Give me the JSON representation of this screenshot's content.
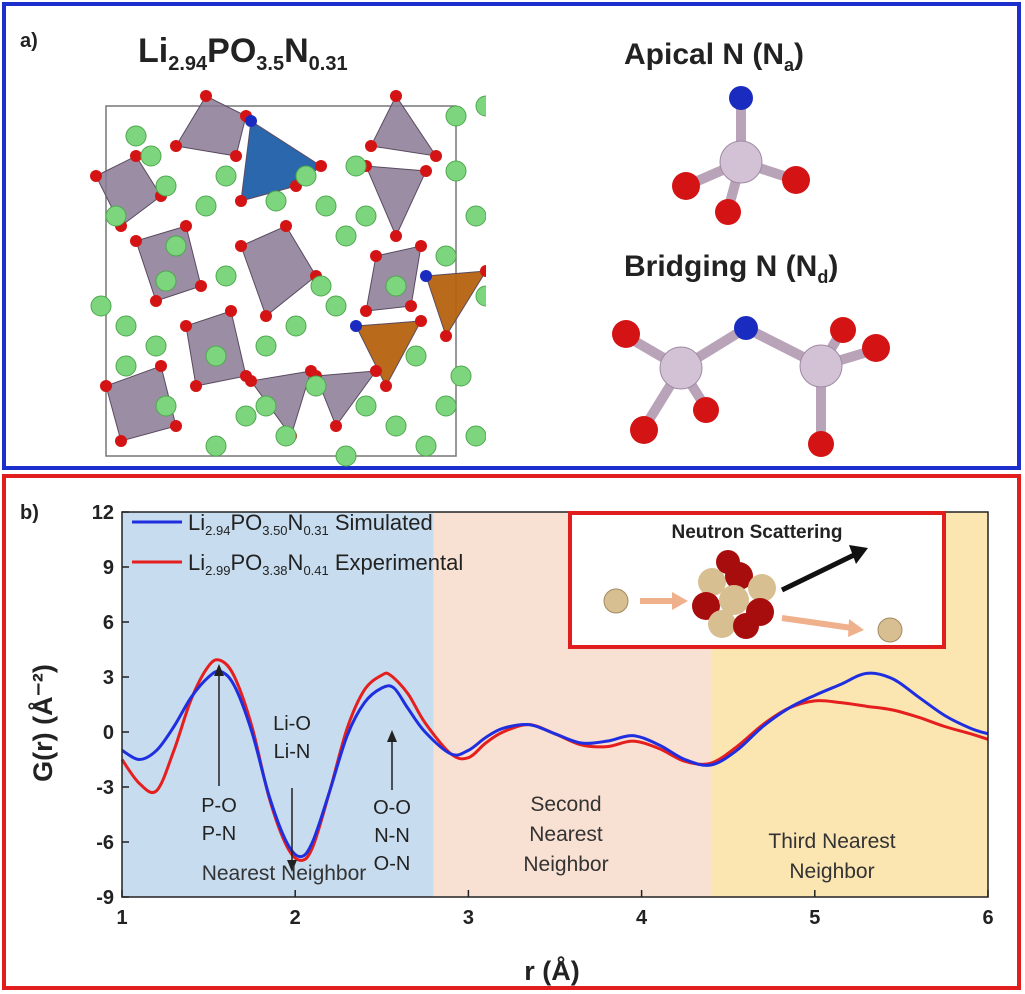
{
  "panel_a": {
    "label": "a)",
    "formula": {
      "base": "Li",
      "sub1": "2.94",
      "mid1": "PO",
      "sub2": "3.5",
      "mid2": "N",
      "sub3": "0.31"
    },
    "apical_title": {
      "text": "Apical N (N",
      "sub": "a",
      "close": ")"
    },
    "bridging_title": {
      "text": "Bridging N (N",
      "sub": "d",
      "close": ")"
    },
    "colors": {
      "nitrogen": "#1a2bbf",
      "oxygen": "#d41414",
      "phosphorus": "#c8b4c8",
      "lithium": "#7dd67d",
      "tetra_blue": "#1f5fa8",
      "tetra_orange": "#b5620f",
      "tetra_purple": "#8a7a94"
    }
  },
  "panel_b": {
    "label": "b)",
    "legend": [
      {
        "pre": "Li",
        "s1": "2.94",
        "m1": "PO",
        "s2": "3.50",
        "m2": "N",
        "s3": "0.31",
        "post": " Simulated",
        "color": "#1f2fe0"
      },
      {
        "pre": "Li",
        "s1": "2.99",
        "m1": "PO",
        "s2": "3.38",
        "m2": "N",
        "s3": "0.41",
        "post": " Experimental",
        "color": "#e51e1e"
      }
    ],
    "inset_title": "Neutron Scattering",
    "annotations": {
      "po": [
        "P-O",
        "P-N"
      ],
      "lio": [
        "Li-O",
        "Li-N"
      ],
      "oo": [
        "O-O",
        "N-N",
        "O-N"
      ],
      "nearest": "Nearest Neighbor",
      "second": [
        "Second",
        "Nearest",
        "Neighbor"
      ],
      "third": [
        "Third Nearest",
        "Neighbor"
      ]
    }
  },
  "chart_data": {
    "type": "line",
    "xlabel": "r (Å)",
    "ylabel": "G(r) (Å⁻²)",
    "xlim": [
      1,
      6
    ],
    "ylim": [
      -9,
      12
    ],
    "xticks": [
      "1",
      "2",
      "3",
      "4",
      "5",
      "6"
    ],
    "yticks": [
      "-9",
      "-6",
      "-3",
      "0",
      "3",
      "6",
      "9",
      "12"
    ],
    "regions": [
      {
        "from": 1,
        "to": 2.8,
        "color": "#c7dcee"
      },
      {
        "from": 2.8,
        "to": 4.4,
        "color": "#f8e0d2"
      },
      {
        "from": 4.4,
        "to": 6,
        "color": "#fbe6b2"
      }
    ],
    "series": [
      {
        "name": "Li2.94PO3.50N0.31 Simulated",
        "color": "#1f2fe0",
        "x": [
          1.0,
          1.1,
          1.2,
          1.3,
          1.4,
          1.5,
          1.57,
          1.65,
          1.75,
          1.85,
          1.95,
          2.03,
          2.1,
          2.2,
          2.3,
          2.4,
          2.5,
          2.57,
          2.65,
          2.75,
          2.9,
          3.0,
          3.1,
          3.2,
          3.35,
          3.5,
          3.65,
          3.8,
          3.95,
          4.1,
          4.25,
          4.4,
          4.55,
          4.7,
          4.85,
          5.0,
          5.15,
          5.3,
          5.45,
          5.6,
          5.75,
          5.9,
          6.0
        ],
        "y": [
          -1.0,
          -1.5,
          -1.0,
          0.3,
          1.9,
          3.0,
          3.3,
          2.5,
          0.0,
          -3.5,
          -6.0,
          -6.8,
          -6.0,
          -3.2,
          -0.2,
          1.6,
          2.4,
          2.4,
          1.3,
          0.0,
          -1.2,
          -1.0,
          -0.3,
          0.2,
          0.4,
          -0.1,
          -0.6,
          -0.5,
          -0.2,
          -0.7,
          -1.5,
          -1.8,
          -1.0,
          0.3,
          1.3,
          2.0,
          2.6,
          3.2,
          2.9,
          1.9,
          0.9,
          0.2,
          -0.1
        ]
      },
      {
        "name": "Li2.99PO3.38N0.41 Experimental",
        "color": "#e51e1e",
        "x": [
          1.0,
          1.1,
          1.2,
          1.3,
          1.4,
          1.5,
          1.57,
          1.65,
          1.75,
          1.85,
          1.95,
          2.03,
          2.1,
          2.2,
          2.3,
          2.4,
          2.5,
          2.55,
          2.65,
          2.75,
          2.9,
          3.0,
          3.1,
          3.2,
          3.35,
          3.5,
          3.65,
          3.8,
          3.95,
          4.1,
          4.25,
          4.4,
          4.55,
          4.7,
          4.85,
          5.0,
          5.15,
          5.3,
          5.45,
          5.6,
          5.75,
          5.9,
          6.0
        ],
        "y": [
          -1.5,
          -2.8,
          -3.2,
          -1.0,
          1.8,
          3.6,
          3.9,
          3.0,
          0.3,
          -3.6,
          -6.2,
          -7.0,
          -6.3,
          -3.2,
          0.2,
          2.3,
          3.1,
          3.1,
          2.1,
          0.5,
          -1.2,
          -1.4,
          -0.6,
          0.0,
          0.4,
          -0.1,
          -0.7,
          -0.8,
          -0.5,
          -0.9,
          -1.6,
          -1.7,
          -0.8,
          0.4,
          1.3,
          1.7,
          1.6,
          1.4,
          1.2,
          0.8,
          0.3,
          -0.1,
          -0.4
        ]
      }
    ]
  }
}
